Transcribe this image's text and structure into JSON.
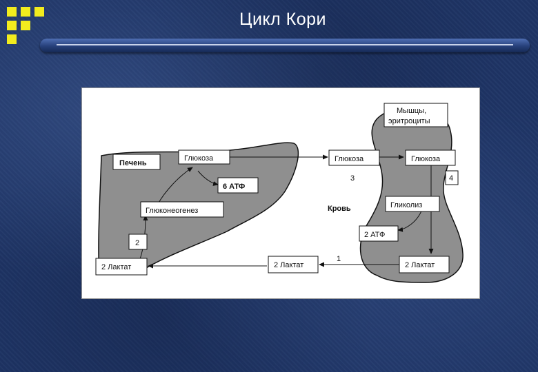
{
  "slide": {
    "title": "Цикл Кори"
  },
  "colors": {
    "background": "#1f3566",
    "logo": "#f2ec1e",
    "title_text": "#ffffff",
    "organ_fill": "#8f8f8f"
  },
  "diagram": {
    "liver_label": "Печень",
    "liver_glucose": "Глюкоза",
    "atp_6": "6 АТФ",
    "gluconeogenesis": "Глюконеогенез",
    "step_2": "2",
    "liver_lactate": "2 Лактат",
    "blood_glucose": "Глюкоза",
    "step_3": "3",
    "blood_label": "Кровь",
    "step_1": "1",
    "blood_lactate": "2 Лактат",
    "muscle_label": "Мышцы, эритроциты",
    "muscle_label_line1": "Мышцы,",
    "muscle_label_line2": "эритроциты",
    "muscle_glucose": "Глюкоза",
    "step_4": "4",
    "glycolysis": "Гликолиз",
    "atp_2": "2 АТФ",
    "muscle_lactate": "2 Лактат"
  }
}
